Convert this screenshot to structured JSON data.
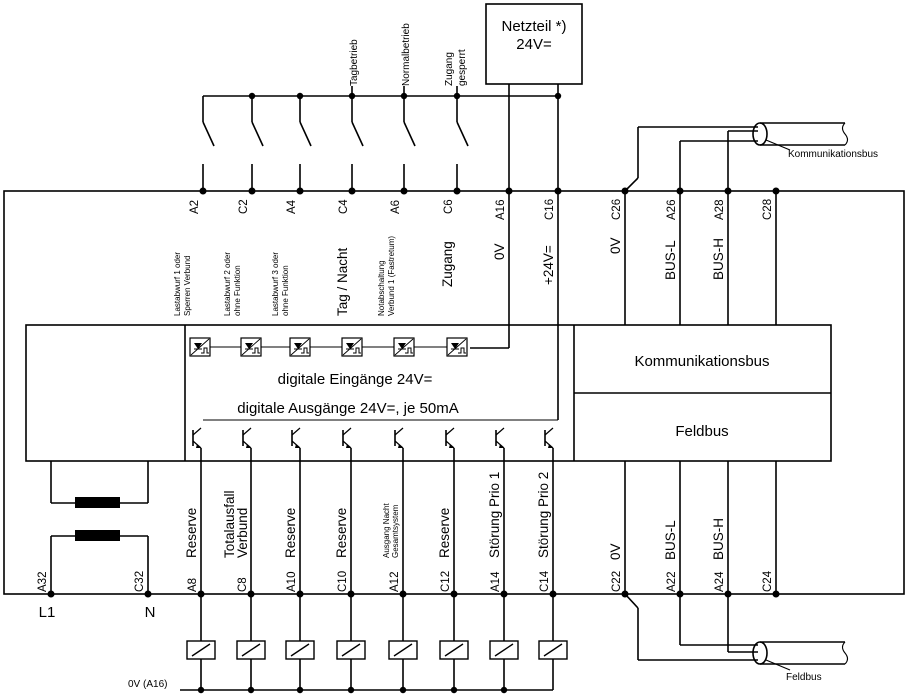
{
  "power_supply": {
    "line1": "Netzteil *)",
    "line2": "24V="
  },
  "top_signals": [
    "Tagbetrieb",
    "Normalbetrieb",
    "Zugang",
    "gesperrt"
  ],
  "top_pins": [
    "A2",
    "C2",
    "A4",
    "C4",
    "A6",
    "C6",
    "A16",
    "C16",
    "C26",
    "A26",
    "A28",
    "C28"
  ],
  "top_labels": {
    "a2": [
      "Lastabwurf 1 oder",
      "Sperren Verbund"
    ],
    "c2": [
      "Lastabwurf 2 oder",
      "ohne Funktion"
    ],
    "a4": [
      "Lastabwurf 3 oder",
      "ohne Funktion"
    ],
    "c4": "Tag / Nacht",
    "a6": [
      "Notabschaltung",
      "Verbund 1 (Fastretum)"
    ],
    "c6": "Zugang",
    "a16": "0V",
    "c16": "+24V=",
    "c26": "0V",
    "a26": "BUS-L",
    "a28": "BUS-H"
  },
  "module": {
    "inputs_label": "digitale Eingänge 24V=",
    "outputs_label": "digitale Ausgänge 24V=, je 50mA",
    "comm_bus_label": "Kommunikationsbus",
    "field_bus_label": "Feldbus"
  },
  "bottom_pins": [
    "A32",
    "C32",
    "A8",
    "C8",
    "A10",
    "C10",
    "A12",
    "C12",
    "A14",
    "C14",
    "C22",
    "A22",
    "A24",
    "C24"
  ],
  "bottom_labels": {
    "a8": "Reserve",
    "c8": [
      "Totalausfall",
      "Verbund"
    ],
    "a10": "Reserve",
    "c10": "Reserve",
    "a12": [
      "Ausgang Nacht",
      "Gesamtsystem"
    ],
    "c12": "Reserve",
    "a14": "Störung Prio 1",
    "c14": "Störung Prio 2",
    "c22": "0V",
    "a22": "BUS-L",
    "a24": "BUS-H"
  },
  "mains": {
    "l1": "L1",
    "n": "N"
  },
  "external": {
    "comm_bus_cable": "Kommunikationsbus",
    "field_bus_cable": "Feldbus",
    "zero_volt_ref": "0V (A16)"
  }
}
